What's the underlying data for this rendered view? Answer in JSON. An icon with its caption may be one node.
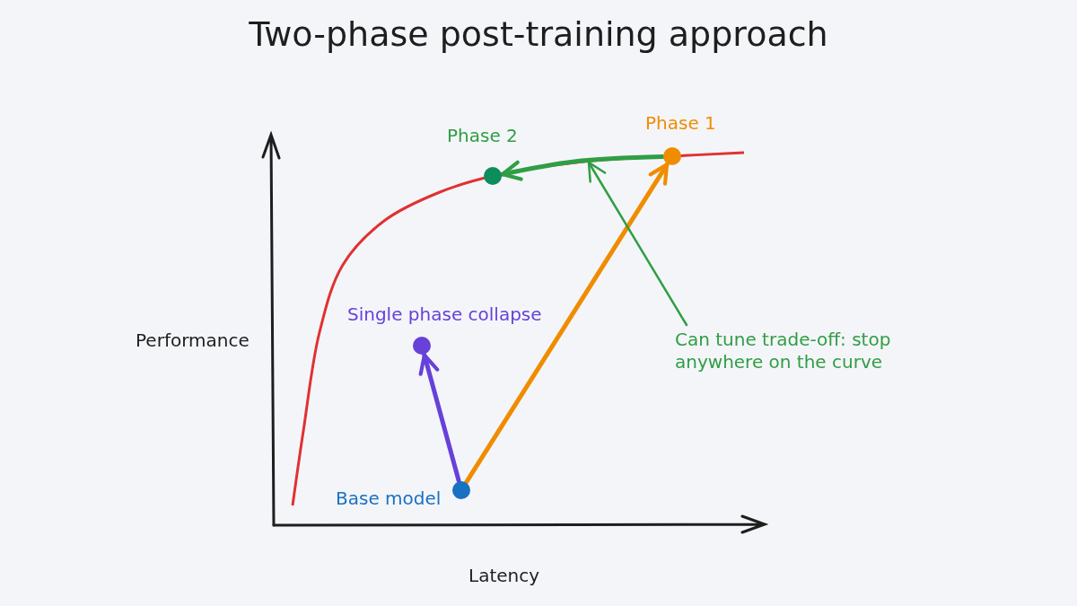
{
  "diagram": {
    "title": "Two-phase post-training approach",
    "nodes": [
      {
        "text": [],
        "shape": "circle",
        "beside": [
          "Base model"
        ]
      },
      {
        "text": [],
        "shape": "circle",
        "beside": [
          "Single phase collapse"
        ]
      },
      {
        "text": [],
        "shape": "circle",
        "beside": [
          "Phase 1"
        ]
      },
      {
        "text": [],
        "shape": "circle",
        "beside": [
          "Phase 2"
        ]
      },
      {
        "text": [
          "Can tune trade-off: stop anywhere on the curve"
        ]
      }
    ],
    "edges": [
      {
        "from": 0,
        "to": 1,
        "arrow": "to",
        "color": "#6741d9"
      },
      {
        "from": 0,
        "to": 2,
        "arrow": "to",
        "color": "#f08c00"
      },
      {
        "from": 2,
        "to": 3,
        "arrow": "to",
        "color": "#2f9e44"
      },
      {
        "from": 4,
        "to": null,
        "arrow": "to",
        "color": "#2f9e44"
      }
    ],
    "labels": [
      "Performance",
      "Latency"
    ]
  }
}
